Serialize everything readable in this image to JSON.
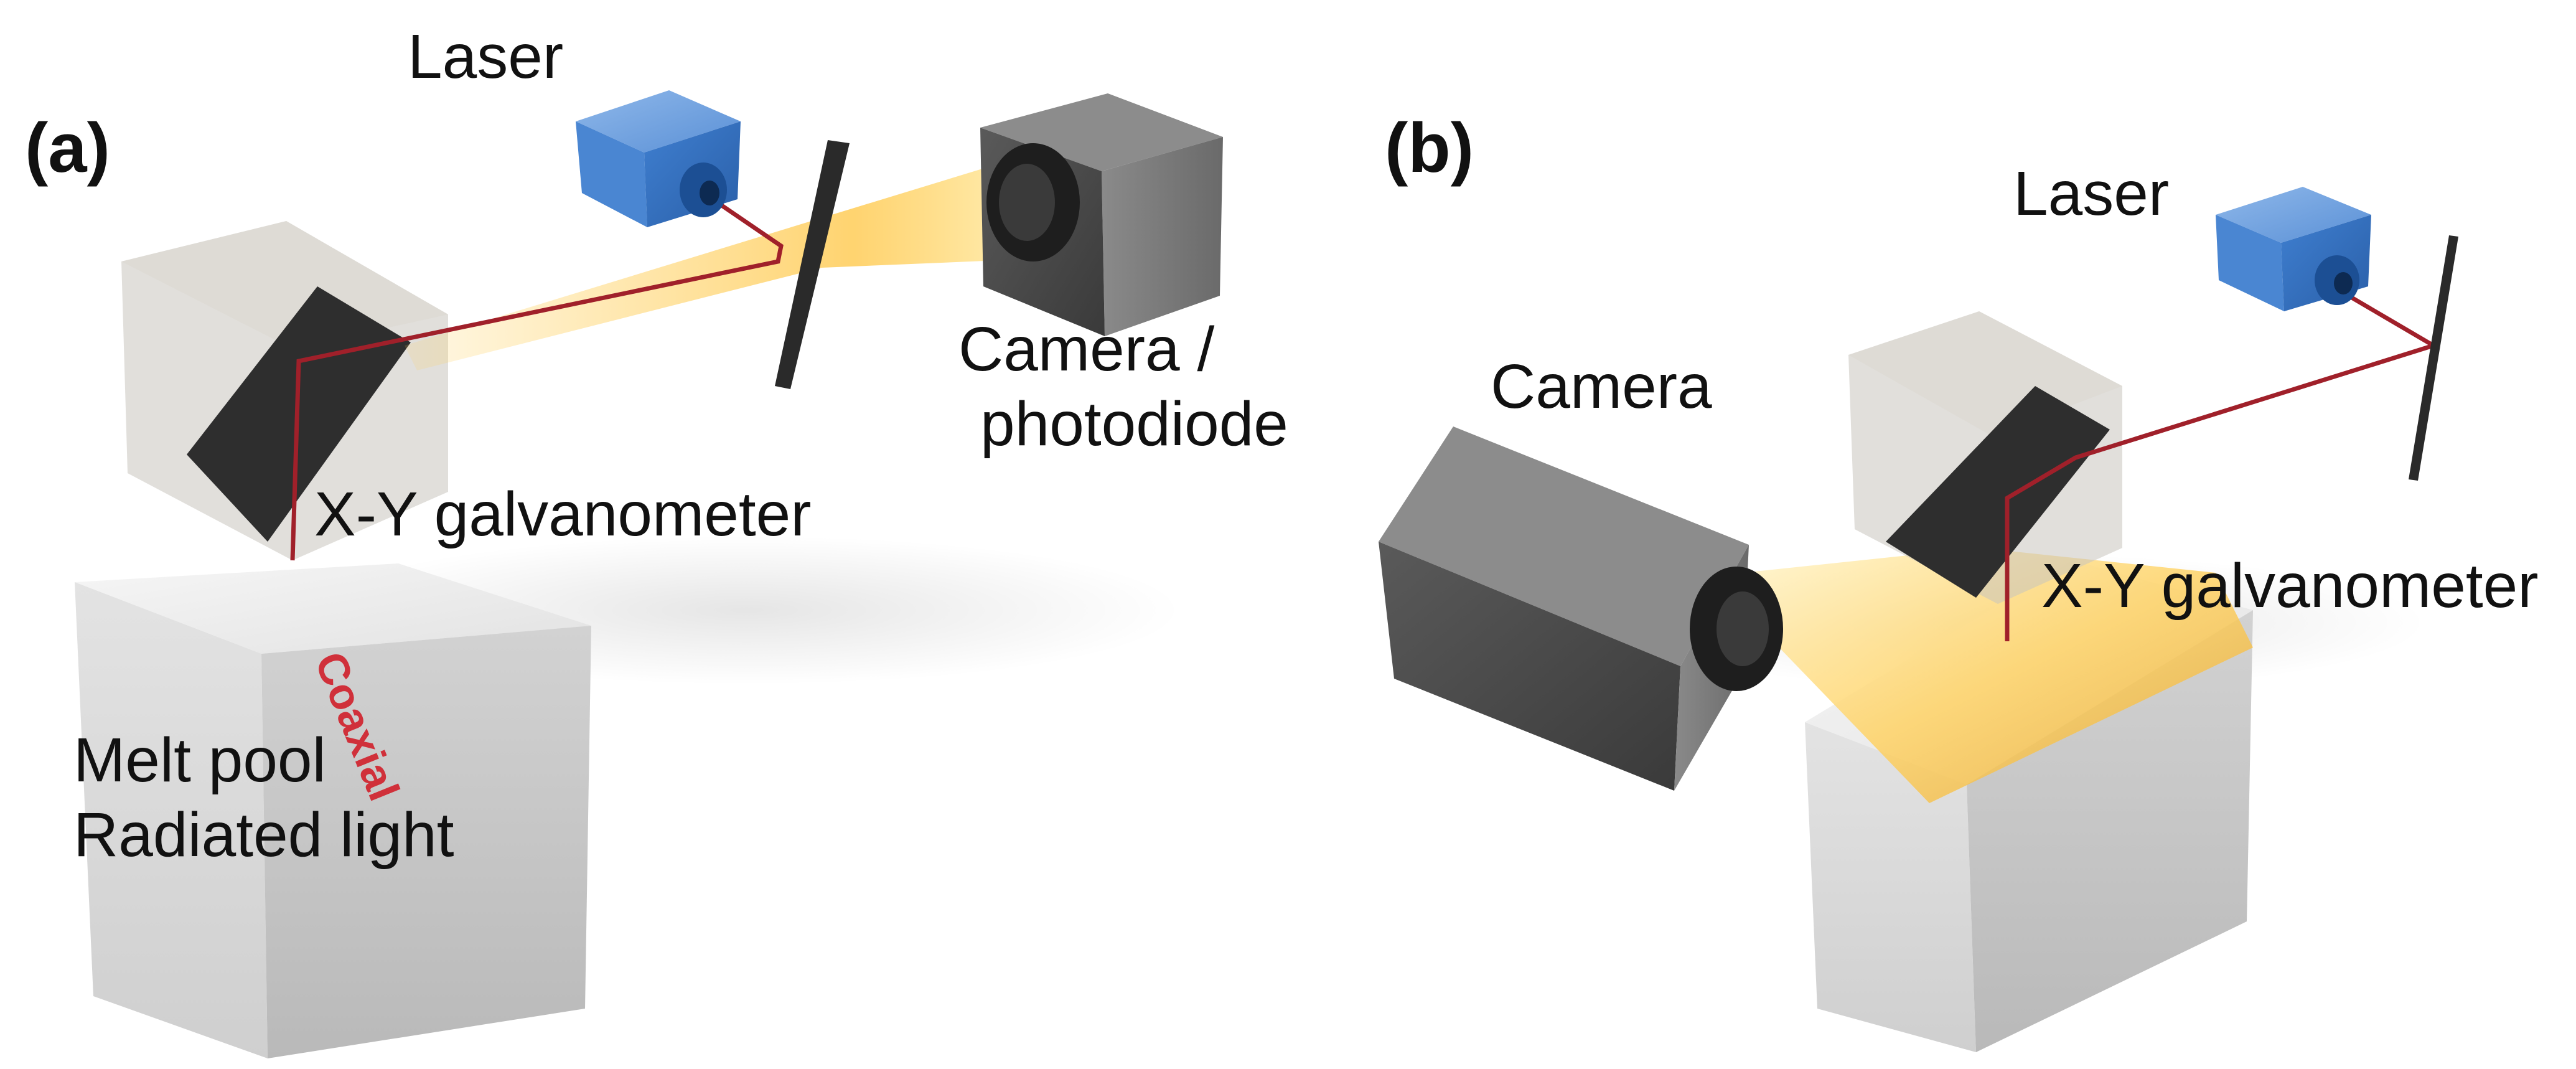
{
  "panel_a": {
    "panel_label": "(a)",
    "laser_label": "Laser",
    "camera_label_line1": "Camera /",
    "camera_label_line2": "photodiode",
    "galvo_label": "X-Y galvanometer",
    "meltpool_label_line1": "Melt pool",
    "meltpool_label_line2": "Radiated light",
    "etched_text": "Coaxial"
  },
  "panel_b": {
    "panel_label": "(b)",
    "laser_label": "Laser",
    "camera_label": "Camera",
    "galvo_label": "X-Y galvanometer"
  },
  "colors": {
    "laser_body": "#3f7fd0",
    "laser_beam": "#a0202a",
    "metal_block": "#d9d9d9",
    "camera_body": "#6e6e6e",
    "mirror": "#2e2e2e",
    "radiated_light": "#ffd066",
    "galvo_housing": "#c9c4bd"
  }
}
